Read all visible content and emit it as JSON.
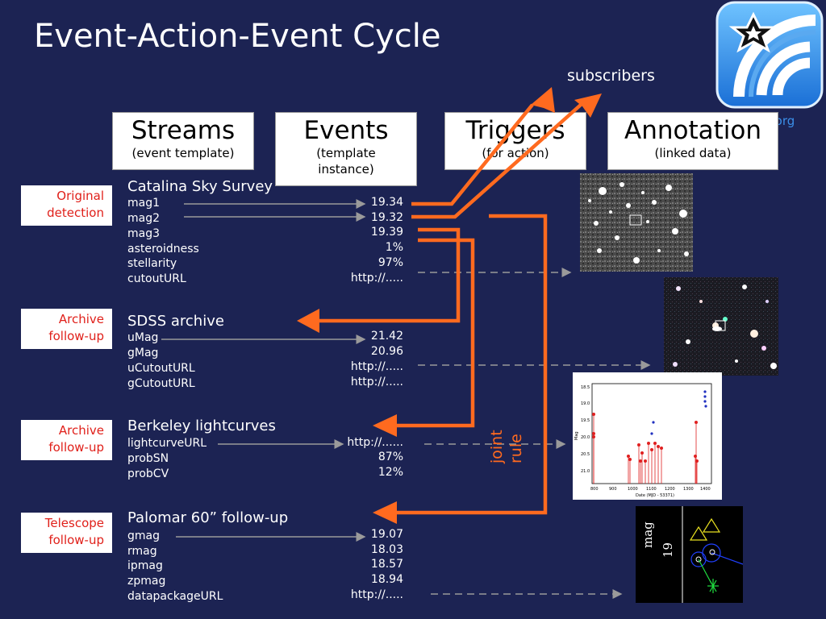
{
  "title": "Event-Action-Event Cycle",
  "subscribers": "subscribers",
  "logo_url_fragment": "t.org",
  "joint_rule": [
    "joint",
    "rule"
  ],
  "columns": [
    {
      "title": "Streams",
      "subtitle": "(event template)"
    },
    {
      "title": "Events",
      "subtitle": "(template instance)"
    },
    {
      "title": "Triggers",
      "subtitle": "(for action)"
    },
    {
      "title": "Annotation",
      "subtitle": "(linked data)"
    }
  ],
  "sections": [
    {
      "label": [
        "Original",
        "detection"
      ],
      "title": "Catalina Sky Survey",
      "fields": [
        "mag1",
        "mag2",
        "mag3",
        "asteroidness",
        "stellarity",
        "cutoutURL"
      ],
      "values": [
        "19.34",
        "19.32",
        "19.39",
        "1%",
        "97%",
        "http://....."
      ]
    },
    {
      "label": [
        "Archive",
        "follow-up"
      ],
      "title": "SDSS archive",
      "fields": [
        "uMag",
        "gMag",
        "uCutoutURL",
        "gCutoutURL"
      ],
      "values": [
        "21.42",
        "20.96",
        "http://.....",
        "http://....."
      ]
    },
    {
      "label": [
        "Archive",
        "follow-up"
      ],
      "title": "Berkeley lightcurves",
      "fields": [
        "lightcurveURL",
        "probSN",
        "probCV"
      ],
      "values": [
        "http://......",
        "87%",
        "12%"
      ]
    },
    {
      "label": [
        "Telescope",
        "follow-up"
      ],
      "title": "Palomar 60” follow-up",
      "fields": [
        "gmag",
        "rmag",
        "ipmag",
        "zpmag",
        "datapackageURL"
      ],
      "values": [
        "19.07",
        "18.03",
        "18.57",
        "18.94",
        "http://....."
      ]
    }
  ],
  "lightcurve_plot": {
    "xlabel": "Date (MJD - 53371)",
    "ylabel": "Mag",
    "x_ticks": [
      "800",
      "900",
      "1000",
      "1100",
      "1200",
      "1300",
      "1400"
    ],
    "y_ticks": [
      "18.5",
      "19.0",
      "19.5",
      "20.0",
      "20.5",
      "21.0"
    ]
  },
  "finder_chart": {
    "axis_label": "mag",
    "tick": "19"
  },
  "colors": {
    "background": "#1c2353",
    "accent": "#ff6a1f",
    "label_red": "#e0201a"
  }
}
